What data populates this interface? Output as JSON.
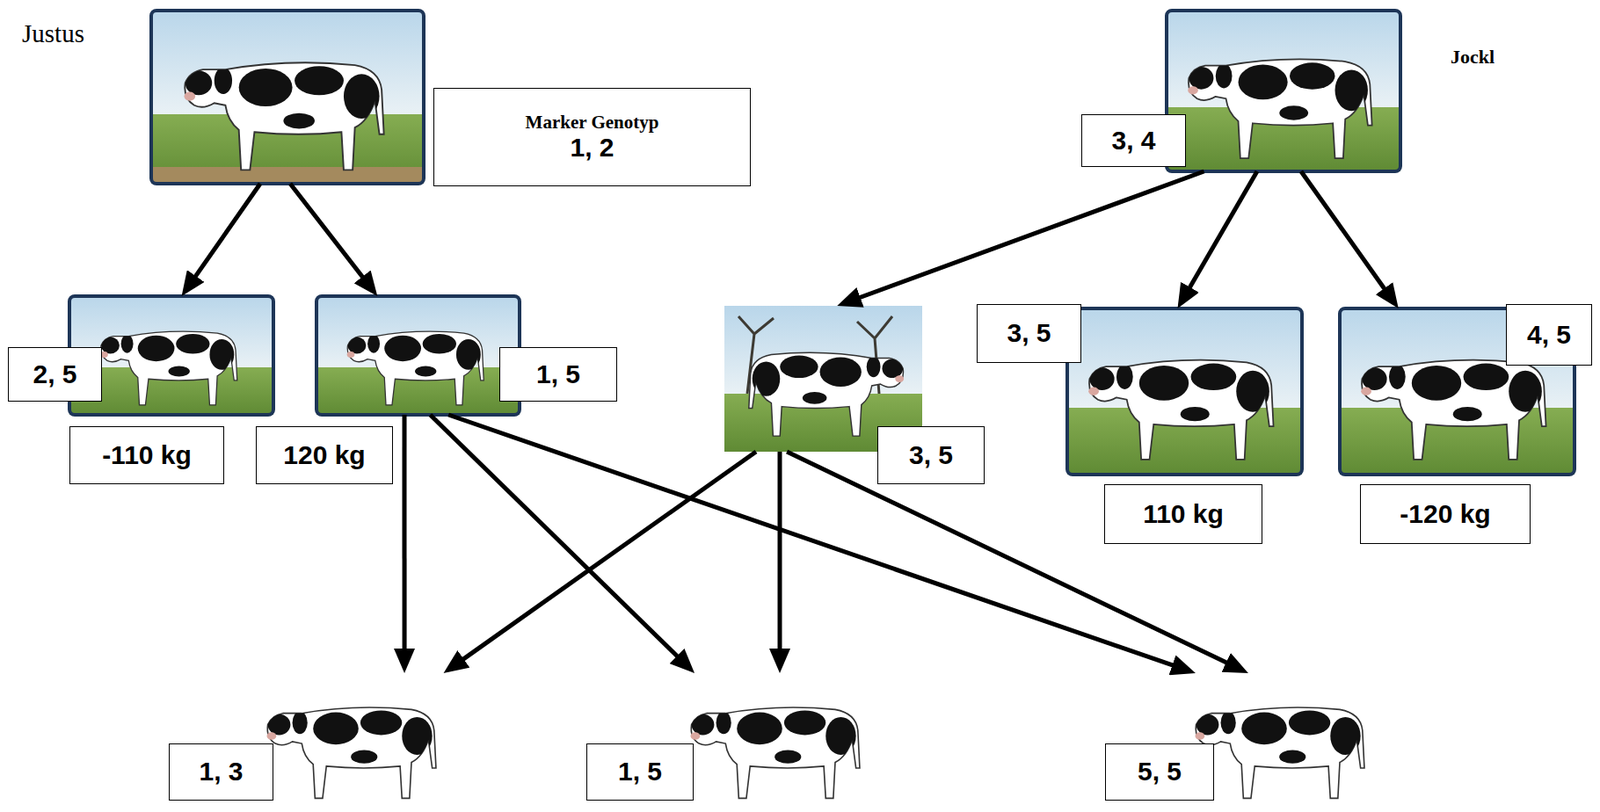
{
  "diagram": {
    "nodes": [
      {
        "text": [
          "Justus",
          "Marker Genotyp",
          "1, 2"
        ]
      },
      {
        "text": [
          "Jockl",
          "3, 4"
        ]
      },
      {
        "text": [
          "2, 5",
          "-110 kg"
        ]
      },
      {
        "text": [
          "1, 5",
          "120 kg"
        ]
      },
      {
        "text": [
          "3, 5"
        ]
      },
      {
        "text": [
          "3, 5",
          "110 kg"
        ]
      },
      {
        "text": [
          "4, 5",
          "-120 kg"
        ]
      },
      {
        "text": [
          "1, 3"
        ]
      },
      {
        "text": [
          "1, 5"
        ]
      },
      {
        "text": [
          "5, 5"
        ]
      }
    ],
    "edges": [
      {
        "from": 0,
        "to": 2,
        "arrow": "to"
      },
      {
        "from": 0,
        "to": 3,
        "arrow": "to"
      },
      {
        "from": 1,
        "to": 4,
        "arrow": "to"
      },
      {
        "from": 1,
        "to": 5,
        "arrow": "to"
      },
      {
        "from": 1,
        "to": 6,
        "arrow": "to"
      },
      {
        "from": 3,
        "to": 7,
        "arrow": "to"
      },
      {
        "from": 3,
        "to": 8,
        "arrow": "to"
      },
      {
        "from": 3,
        "to": 9,
        "arrow": "to"
      },
      {
        "from": 4,
        "to": 7,
        "arrow": "to"
      },
      {
        "from": 4,
        "to": 8,
        "arrow": "to"
      },
      {
        "from": 4,
        "to": 9,
        "arrow": "to"
      }
    ]
  }
}
